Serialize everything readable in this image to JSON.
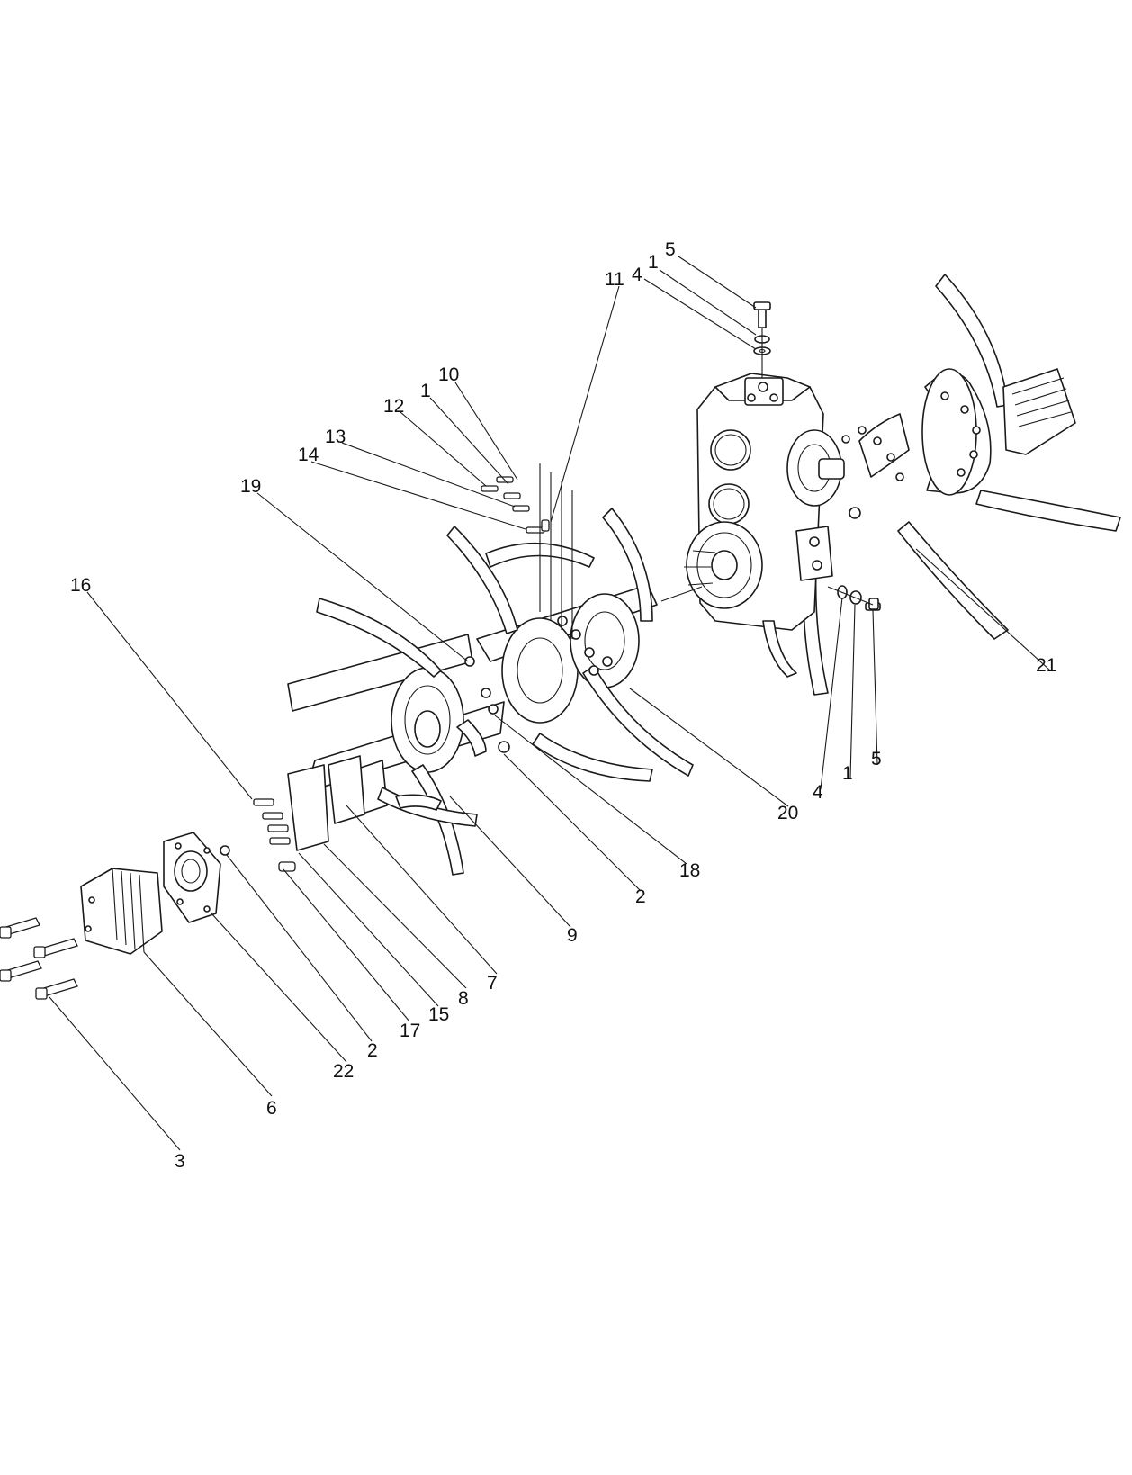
{
  "diagram": {
    "callouts": [
      {
        "id": "c5-top",
        "label": "5"
      },
      {
        "id": "c1-top",
        "label": "1"
      },
      {
        "id": "c4-top",
        "label": "4"
      },
      {
        "id": "c11",
        "label": "11"
      },
      {
        "id": "c10",
        "label": "10"
      },
      {
        "id": "c1-mid",
        "label": "1"
      },
      {
        "id": "c12",
        "label": "12"
      },
      {
        "id": "c13",
        "label": "13"
      },
      {
        "id": "c14",
        "label": "14"
      },
      {
        "id": "c19",
        "label": "19"
      },
      {
        "id": "c16",
        "label": "16"
      },
      {
        "id": "c21",
        "label": "21"
      },
      {
        "id": "c5-right",
        "label": "5"
      },
      {
        "id": "c1-right",
        "label": "1"
      },
      {
        "id": "c4-right",
        "label": "4"
      },
      {
        "id": "c20",
        "label": "20"
      },
      {
        "id": "c18",
        "label": "18"
      },
      {
        "id": "c2-mid",
        "label": "2"
      },
      {
        "id": "c9",
        "label": "9"
      },
      {
        "id": "c7",
        "label": "7"
      },
      {
        "id": "c8",
        "label": "8"
      },
      {
        "id": "c15",
        "label": "15"
      },
      {
        "id": "c17",
        "label": "17"
      },
      {
        "id": "c2-low",
        "label": "2"
      },
      {
        "id": "c22",
        "label": "22"
      },
      {
        "id": "c6",
        "label": "6"
      },
      {
        "id": "c3",
        "label": "3"
      }
    ]
  }
}
